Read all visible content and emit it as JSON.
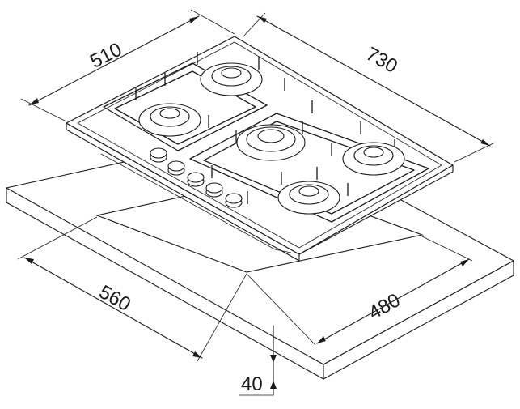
{
  "diagram": {
    "type": "gas-hob-installation-drawing",
    "dimensions": {
      "hob_depth": "510",
      "hob_width": "730",
      "cutout_depth": "480",
      "cutout_width": "560",
      "worktop_thickness": "40"
    }
  },
  "hob": {
    "burner_count": 5,
    "knob_count": 5
  }
}
